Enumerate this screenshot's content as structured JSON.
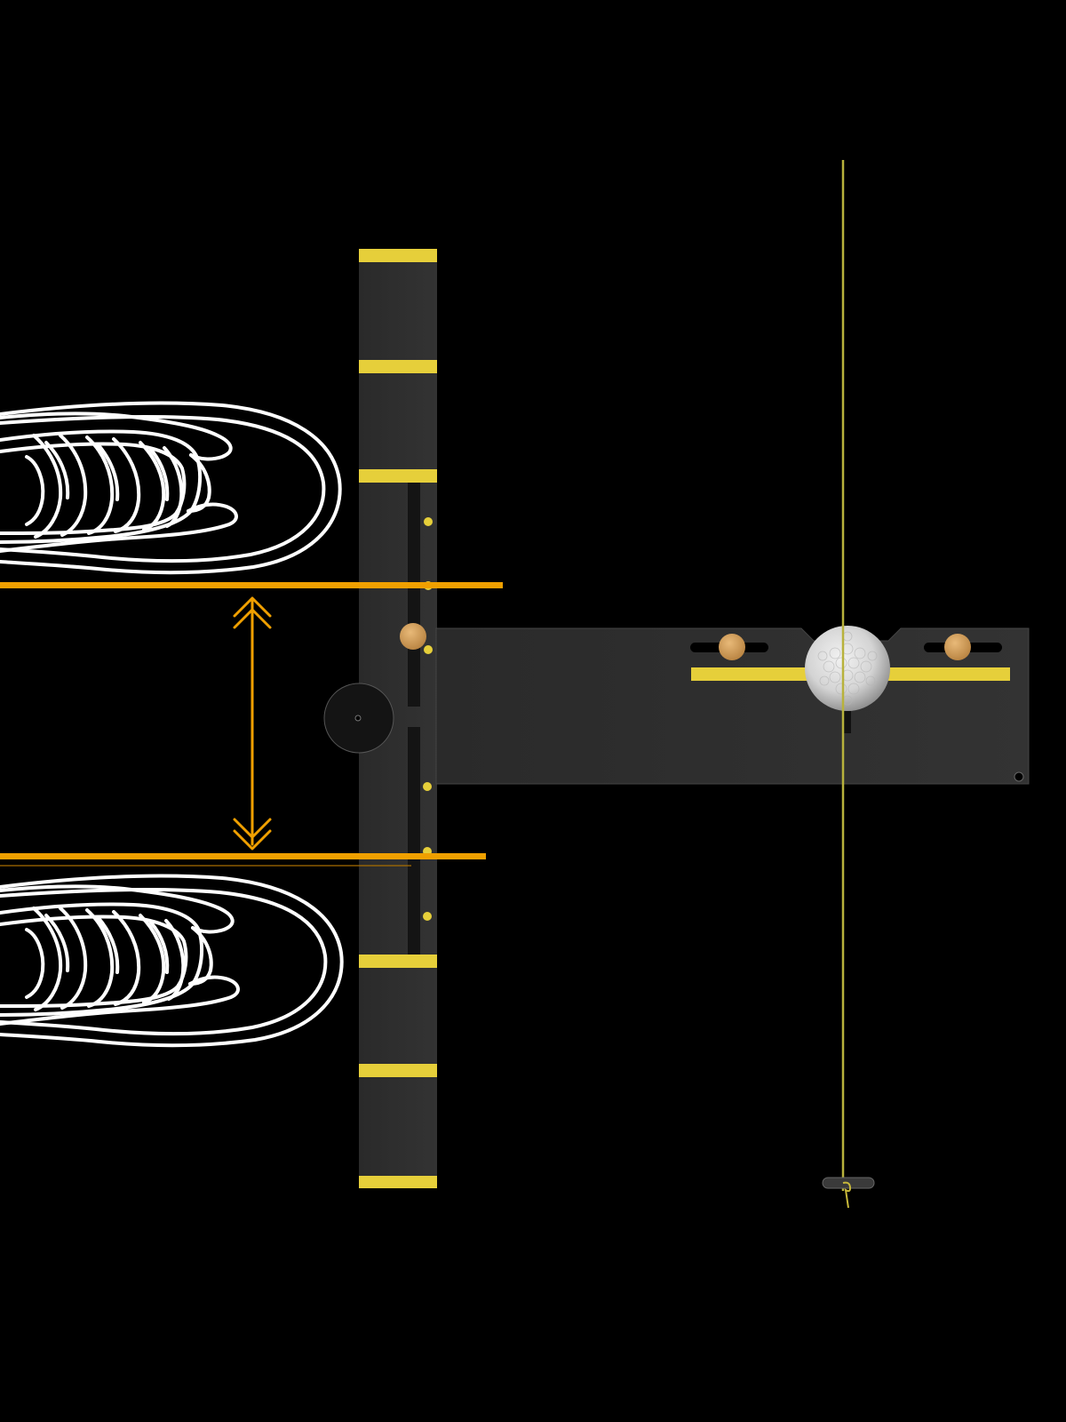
{
  "scene": {
    "background_color": "#000000",
    "board_color": "#2d2d2d",
    "stripe_color": "#e6cf3a",
    "marker_color": "#f0a000",
    "shoe_outline_color": "#ffffff",
    "peg_color": "#d6a15a",
    "string_color": "#b8b23c",
    "ball_color": "#d9d9d9",
    "icons": [
      "left-shoe-outline",
      "right-shoe-outline",
      "vertical-alignment-board",
      "horizontal-alignment-board",
      "golf-ball",
      "alignment-string",
      "double-headed-arrow"
    ]
  }
}
